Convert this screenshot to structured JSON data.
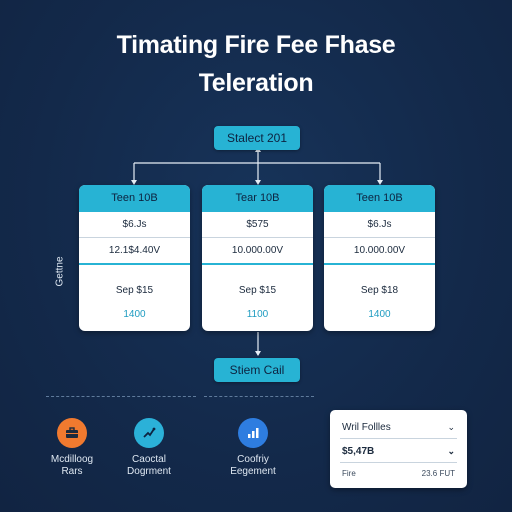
{
  "title": {
    "line1": "Timating Fire Fee Fhase",
    "line2": "Teleration"
  },
  "top_node": {
    "label": "Stalect 201"
  },
  "bottom_node": {
    "label": "Stiem Cail"
  },
  "side_label": "Gettne",
  "cards": [
    {
      "header": "Teen 10B",
      "row1": "$6.Js",
      "row2": "12.1$4.40V",
      "row3": "Sep $15",
      "row4": "1400"
    },
    {
      "header": "Tear 10B",
      "row1": "$575",
      "row2": "10.000.00V",
      "row3": "Sep $15",
      "row4": "1100"
    },
    {
      "header": "Teen 10B",
      "row1": "$6.Js",
      "row2": "10.000.00V",
      "row3": "Sep $18",
      "row4": "1400"
    }
  ],
  "features": [
    {
      "line1": "Mcdilloog",
      "line2": "Rars",
      "icon": "briefcase-icon",
      "color": "#f07a2f"
    },
    {
      "line1": "Caoctal",
      "line2": "Dogrment",
      "icon": "chart-line-icon",
      "color": "#2bb1d8"
    },
    {
      "line1": "Coofriy",
      "line2": "Eegement",
      "icon": "bar-chart-icon",
      "color": "#2e7de0"
    }
  ],
  "panel": {
    "row1_label": "Wril Follles",
    "row2_label": "$5,47B",
    "row3_label": "Fire",
    "row3_value": "23.6 FUT"
  },
  "colors": {
    "background": "#13294a",
    "accent": "#27b3d4",
    "card": "#ffffff"
  }
}
